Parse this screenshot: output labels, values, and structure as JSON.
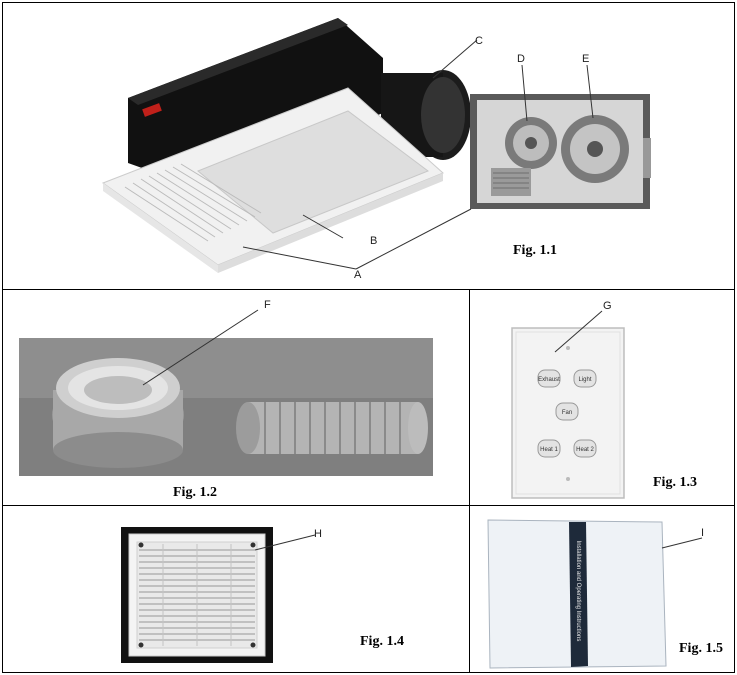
{
  "labels": {
    "a": "A",
    "b": "B",
    "c": "C",
    "d": "D",
    "e": "E",
    "f": "F",
    "g": "G",
    "h": "H",
    "i": "I"
  },
  "captions": {
    "fig_1_1": "Fig. 1.1",
    "fig_1_2": "Fig. 1.2",
    "fig_1_3": "Fig. 1.3",
    "fig_1_4": "Fig. 1.4",
    "fig_1_5": "Fig. 1.5"
  },
  "switch_buttons": {
    "top_left": "Exhaust",
    "top_right": "Light",
    "middle": "Fan",
    "bottom_left": "Heat 1",
    "bottom_right": "Heat 2"
  },
  "manual_spine": "Installation and Operating Instructions"
}
